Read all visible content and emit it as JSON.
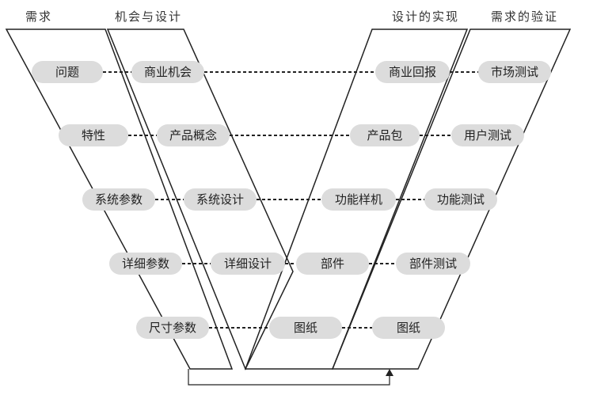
{
  "headers": {
    "requirements": "需求",
    "opportunity_design": "机会与设计",
    "design_realization": "设计的实现",
    "requirement_verification": "需求的验证"
  },
  "rows": [
    {
      "requirement": "问题",
      "design": "商业机会",
      "realization": "商业回报",
      "verification": "市场测试"
    },
    {
      "requirement": "特性",
      "design": "产品概念",
      "realization": "产品包",
      "verification": "用户测试"
    },
    {
      "requirement": "系统参数",
      "design": "系统设计",
      "realization": "功能样机",
      "verification": "功能测试"
    },
    {
      "requirement": "详细参数",
      "design": "详细设计",
      "realization": "部件",
      "verification": "部件测试"
    },
    {
      "requirement": "尺寸参数",
      "design": "",
      "realization": "图纸",
      "verification": "图纸"
    }
  ],
  "colors": {
    "pill_fill": "#dcdcdc",
    "line": "#222222"
  }
}
